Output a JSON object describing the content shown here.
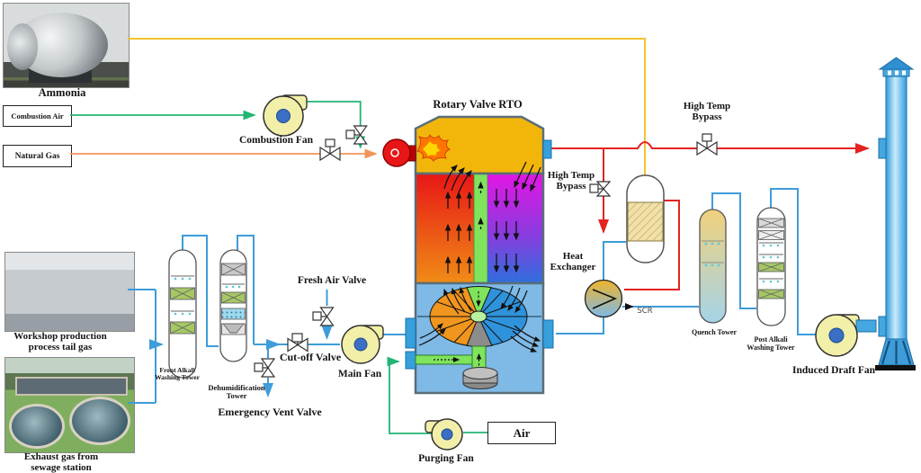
{
  "title": "Rotary Valve RTO",
  "feeds": {
    "ammonia": "Ammonia",
    "combustion_air": "Combustion Air",
    "natural_gas": "Natural Gas",
    "air": "Air",
    "workshop": "Workshop production process tail gas",
    "sewage": "Exhaust gas from sewage station"
  },
  "equipment": {
    "combustion_fan": "Combustion Fan",
    "rto": "Rotary Valve RTO",
    "scr": "SCR",
    "heat_exchanger": "Heat Exchanger",
    "quench_tower": "Quench Tower",
    "post_alkali_tower": "Post Alkali Washing Tower",
    "induced_draft_fan": "Induced Draft Fan",
    "front_alkali_tower": "Front Alkali Washing Tower",
    "dehumidification_tower": "Dehumidification Tower",
    "main_fan": "Main Fan",
    "purging_fan": "Purging Fan"
  },
  "valves": {
    "high_temp_bypass_upper": "High Temp Bypass",
    "high_temp_bypass_lower": "High Temp Bypass",
    "fresh_air": "Fresh Air Valve",
    "cut_off": "Cut-off Valve",
    "emergency_vent": "Emergency Vent Valve"
  },
  "colors": {
    "ammonia_line": "#F2C230",
    "air_line": "#22B573",
    "natural_gas_line": "#F0965A",
    "hot_gas_line": "#E42222",
    "process_gas_line": "#3E9CD9",
    "fan_body": "#F2EFA8",
    "fan_hub": "#3A6FC4",
    "rto_top": "#F2B60B",
    "rto_bed_hot": "#E81616",
    "rto_bed_cold": "#E316E3",
    "purge_green": "#7FE35C"
  }
}
